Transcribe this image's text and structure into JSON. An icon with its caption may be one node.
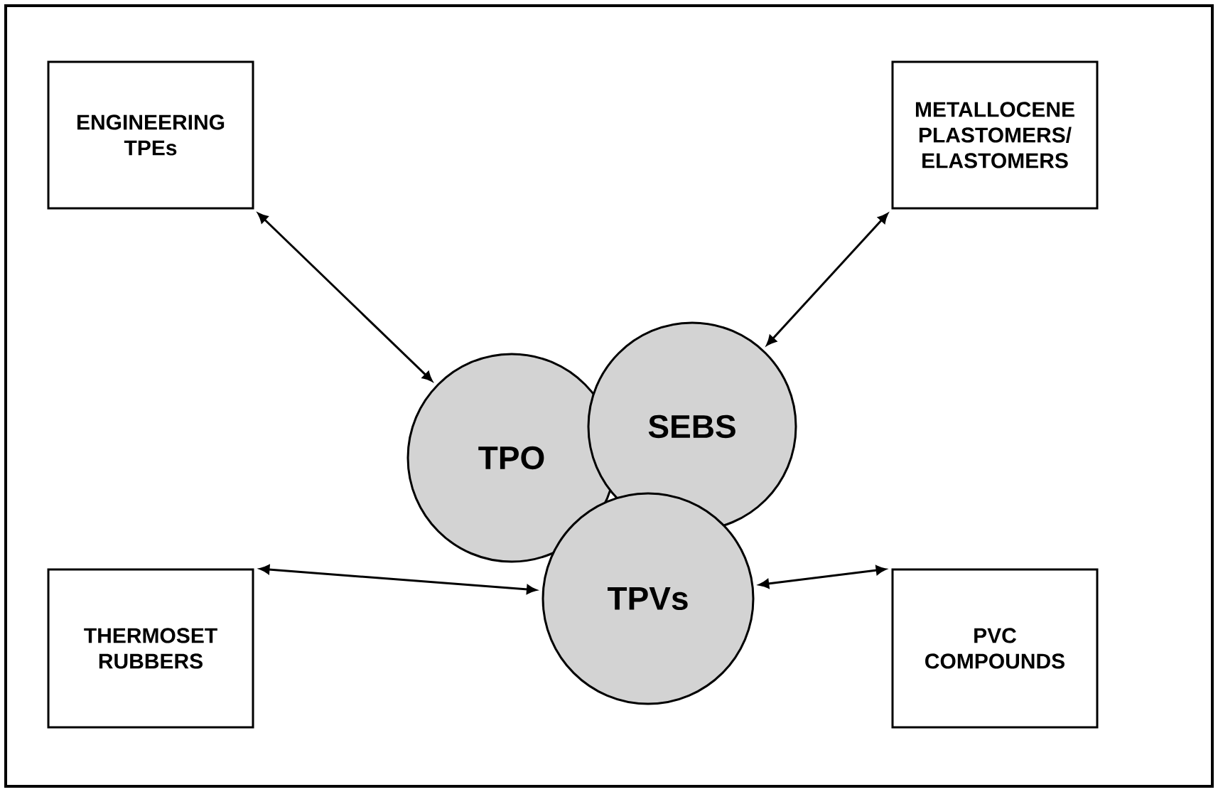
{
  "diagram": {
    "nodes": [
      {
        "text": [
          "ENGINEERING TPEs"
        ]
      },
      {
        "text": [
          "METALLOCENE PLASTOMERS/ ELASTOMERS"
        ]
      },
      {
        "text": [
          "TPO"
        ]
      },
      {
        "text": [
          "SEBS"
        ]
      },
      {
        "text": [
          "TPVs"
        ]
      },
      {
        "text": [
          "THERMOSET RUBBERS"
        ]
      },
      {
        "text": [
          "PVC COMPOUNDS"
        ]
      }
    ],
    "edges": [
      {
        "from": 0,
        "to": 2,
        "arrow": "both"
      },
      {
        "from": 1,
        "to": 3,
        "arrow": "both"
      },
      {
        "from": 5,
        "to": 4,
        "arrow": "both"
      },
      {
        "from": 6,
        "to": 4,
        "arrow": "both"
      }
    ]
  }
}
